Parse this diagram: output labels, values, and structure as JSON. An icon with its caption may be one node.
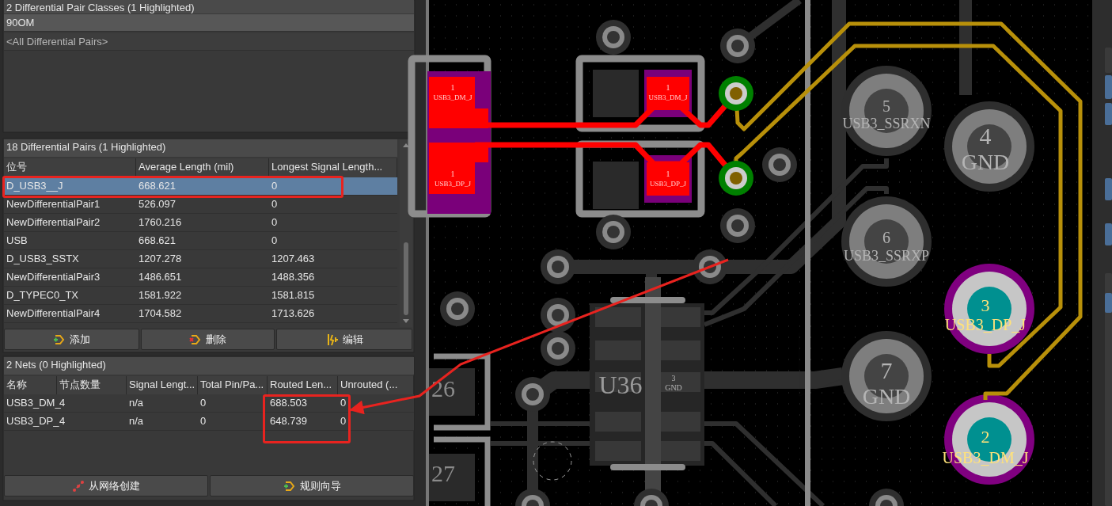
{
  "diagram": {
    "nodes": [
      {
        "text": [],
        "shape": "box"
      },
      {
        "text": [],
        "shape": "box"
      }
    ],
    "edges": [
      {
        "from": null,
        "to": 1,
        "arrow": "to"
      }
    ],
    "labels": [
      "2 Differential Pair Classes (1 Highlighted)",
      "90OM",
      "<All Differential Pairs>",
      "18 Differential Pairs (1 Highlighted)",
      "位号",
      "Average Length (mil)",
      "Longest Signal Length...",
      "D_USB3__J",
      "668.621",
      "0",
      "NewDifferentialPair1",
      "526.097",
      "0",
      "NewDifferentialPair2",
      "1760.216",
      "0",
      "USB",
      "668.621",
      "0",
      "D_USB3_SSTX",
      "1207.278",
      "1207.463",
      "NewDifferentialPair3",
      "1486.651",
      "1488.356",
      "D_TYPEC0_TX",
      "1581.922",
      "1581.815",
      "NewDifferentialPair4",
      "1704.582",
      "1713.626",
      "添加",
      "删除",
      "编辑",
      "2 Nets (0 Highlighted)",
      "名称",
      "节点数量",
      "Signal Lengt...",
      "Total Pin/Pa...",
      "Routed Len...",
      "Unrouted (...",
      "USB3_DM_",
      "4",
      "n/a",
      "0",
      "688.503",
      "0",
      "USB3_DP_",
      "4",
      "n/a",
      "0",
      "648.739",
      "0",
      "从网络创建",
      "规则向导",
      "1",
      "USB3_DM_J",
      "1",
      "USB3_DP_J",
      "1",
      "USB3_DM_J",
      "1",
      "USB3_DP_J",
      "5",
      "USB3_SSRXN",
      "4",
      "GND",
      "6",
      "USB3_SSRXP",
      "3",
      "USB3_DP_J",
      "7",
      "GND",
      "2",
      "USB3_DM_J",
      "U36",
      "3",
      "GND",
      "26",
      "27"
    ]
  }
}
